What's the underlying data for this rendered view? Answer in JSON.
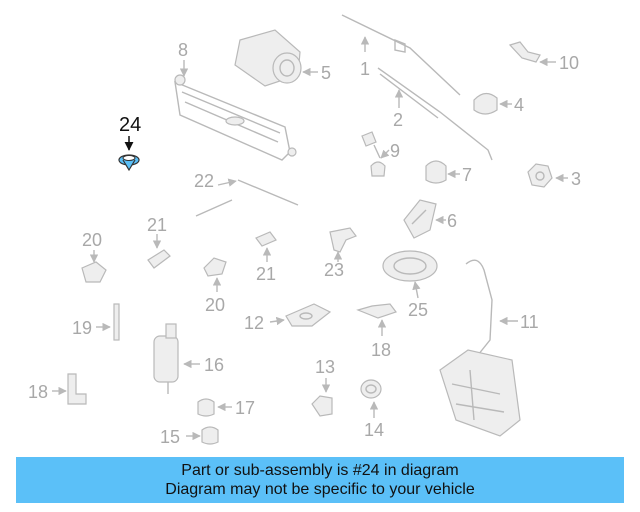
{
  "diagram": {
    "highlighted_part": "24",
    "labels": {
      "p1": "1",
      "p2": "2",
      "p3": "3",
      "p4": "4",
      "p5": "5",
      "p6": "6",
      "p7": "7",
      "p8": "8",
      "p9": "9",
      "p10": "10",
      "p11": "11",
      "p12": "12",
      "p13": "13",
      "p14": "14",
      "p15": "15",
      "p16": "16",
      "p17": "17",
      "p18a": "18",
      "p18b": "18",
      "p19": "19",
      "p20a": "20",
      "p20b": "20",
      "p21a": "21",
      "p21b": "21",
      "p22": "22",
      "p23": "23",
      "p24": "24",
      "p25": "25"
    },
    "colors": {
      "highlight_part": "#5bc0f8",
      "parts_gray": "#b9b9b9",
      "banner": "#5bc0f8"
    }
  },
  "banner": {
    "line1": "Part or sub-assembly is #24 in diagram",
    "line2": "Diagram may not be specific to your vehicle"
  }
}
